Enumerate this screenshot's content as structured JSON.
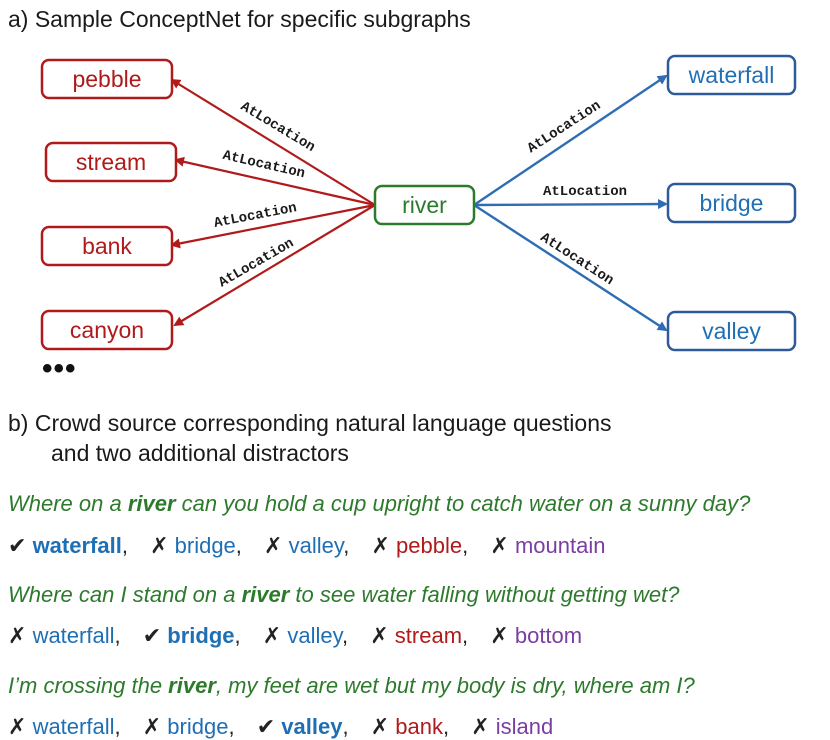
{
  "section_a": {
    "title": "a)  Sample ConceptNet for specific subgraphs"
  },
  "diagram": {
    "center": "river",
    "left_nodes": [
      "pebble",
      "stream",
      "bank",
      "canyon"
    ],
    "right_nodes": [
      "waterfall",
      "bridge",
      "valley"
    ],
    "relation": "AtLocation",
    "ellipsis": "•••",
    "colors": {
      "left": "#b01a1a",
      "right": "#2e6db4",
      "center": "#2d7a2d"
    }
  },
  "section_b": {
    "title_line1": "b)  Crowd source corresponding natural language questions",
    "title_line2": "and two additional distractors"
  },
  "questions": [
    {
      "pre": "Where on a ",
      "keyword": "river",
      "post": " can you hold a cup upright to catch water on a sunny day?",
      "answers": [
        {
          "mark": "✔",
          "text": "waterfall",
          "correct": true,
          "color": "blue"
        },
        {
          "mark": "✗",
          "text": "bridge",
          "correct": false,
          "color": "blue"
        },
        {
          "mark": "✗",
          "text": "valley",
          "correct": false,
          "color": "blue"
        },
        {
          "mark": "✗",
          "text": "pebble",
          "correct": false,
          "color": "red"
        },
        {
          "mark": "✗",
          "text": "mountain",
          "correct": false,
          "color": "purple"
        }
      ]
    },
    {
      "pre": "Where can I stand on a ",
      "keyword": "river",
      "post": " to see water falling without getting wet?",
      "answers": [
        {
          "mark": "✗",
          "text": "waterfall",
          "correct": false,
          "color": "blue"
        },
        {
          "mark": "✔",
          "text": "bridge",
          "correct": true,
          "color": "blue"
        },
        {
          "mark": "✗",
          "text": "valley",
          "correct": false,
          "color": "blue"
        },
        {
          "mark": "✗",
          "text": "stream",
          "correct": false,
          "color": "red"
        },
        {
          "mark": "✗",
          "text": "bottom",
          "correct": false,
          "color": "purple"
        }
      ]
    },
    {
      "pre": "I’m crossing the ",
      "keyword": "river",
      "post": ", my feet are wet but my body is dry, where am I?",
      "answers": [
        {
          "mark": "✗",
          "text": "waterfall",
          "correct": false,
          "color": "blue"
        },
        {
          "mark": "✗",
          "text": "bridge",
          "correct": false,
          "color": "blue"
        },
        {
          "mark": "✔",
          "text": "valley",
          "correct": true,
          "color": "blue"
        },
        {
          "mark": "✗",
          "text": "bank",
          "correct": false,
          "color": "red"
        },
        {
          "mark": "✗",
          "text": "island",
          "correct": false,
          "color": "purple"
        }
      ]
    }
  ]
}
